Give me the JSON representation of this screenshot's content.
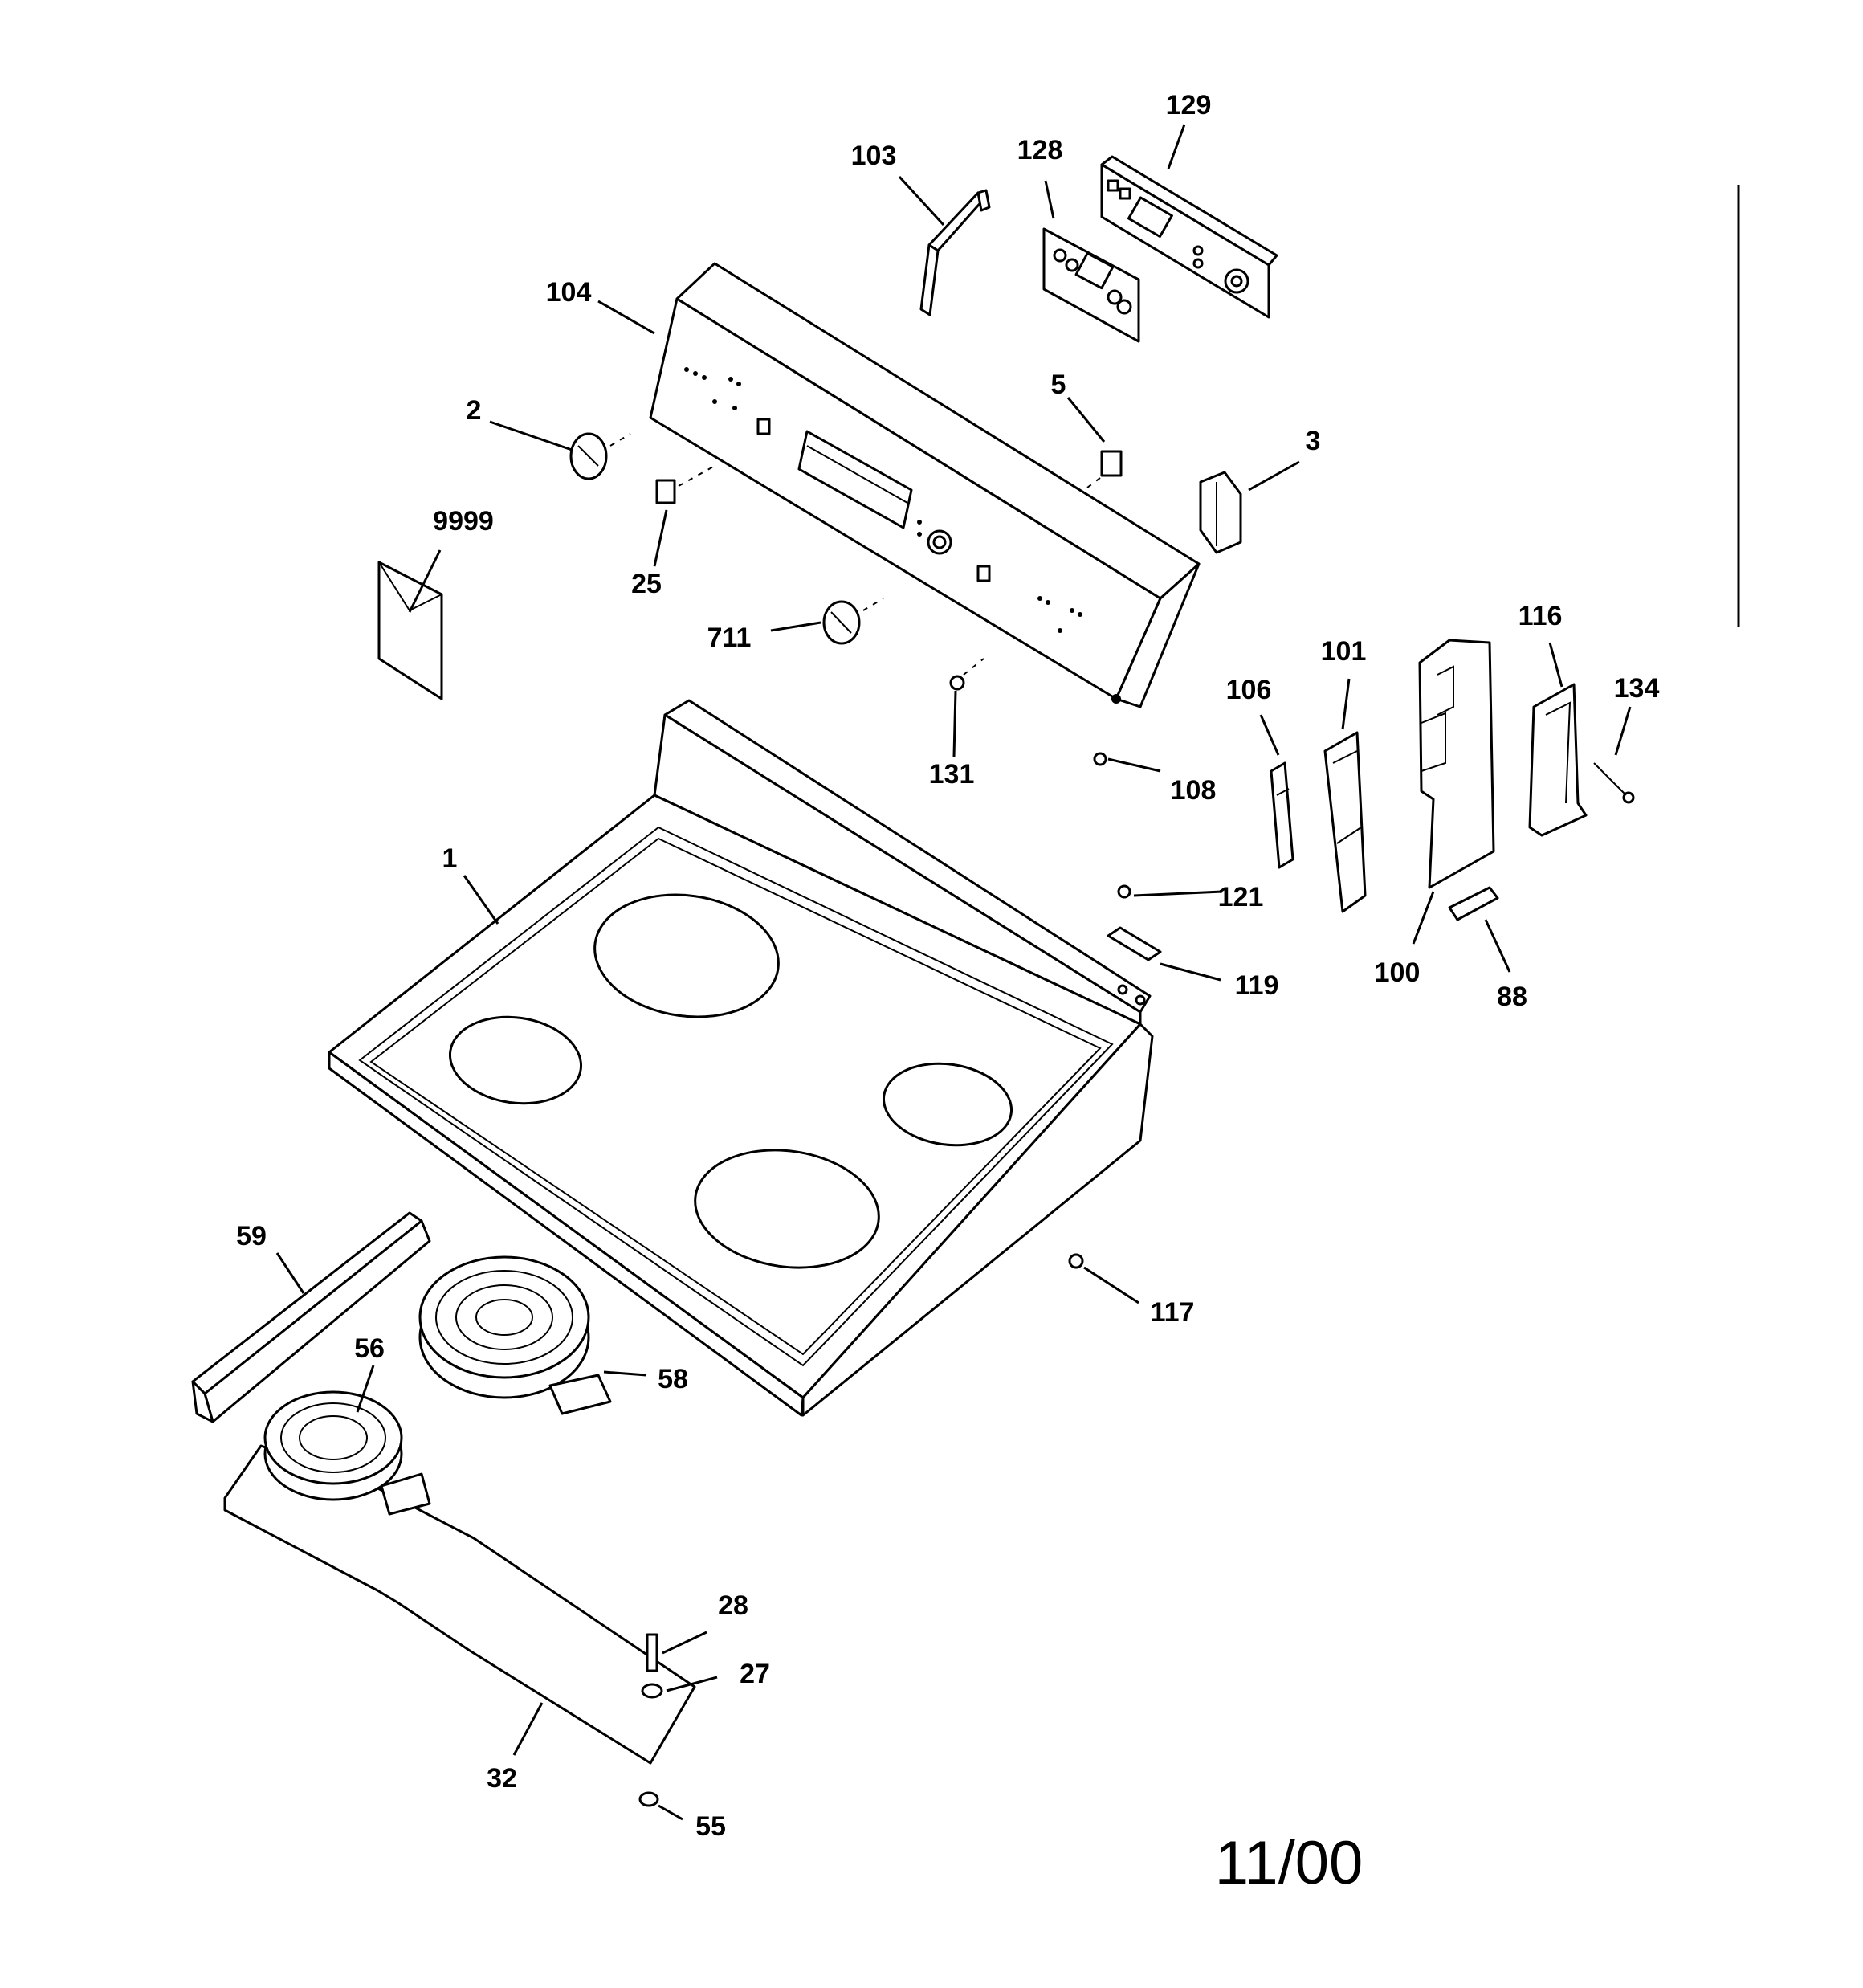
{
  "parts": [
    {
      "key": "p1",
      "number": "1"
    },
    {
      "key": "p2",
      "number": "2"
    },
    {
      "key": "p3",
      "number": "3"
    },
    {
      "key": "p5",
      "number": "5"
    },
    {
      "key": "p25",
      "number": "25"
    },
    {
      "key": "p27",
      "number": "27"
    },
    {
      "key": "p28",
      "number": "28"
    },
    {
      "key": "p32",
      "number": "32"
    },
    {
      "key": "p55",
      "number": "55"
    },
    {
      "key": "p56",
      "number": "56"
    },
    {
      "key": "p58",
      "number": "58"
    },
    {
      "key": "p59",
      "number": "59"
    },
    {
      "key": "p88",
      "number": "88"
    },
    {
      "key": "p100",
      "number": "100"
    },
    {
      "key": "p101",
      "number": "101"
    },
    {
      "key": "p103",
      "number": "103"
    },
    {
      "key": "p104",
      "number": "104"
    },
    {
      "key": "p106",
      "number": "106"
    },
    {
      "key": "p108",
      "number": "108"
    },
    {
      "key": "p116",
      "number": "116"
    },
    {
      "key": "p117",
      "number": "117"
    },
    {
      "key": "p119",
      "number": "119"
    },
    {
      "key": "p121",
      "number": "121"
    },
    {
      "key": "p128",
      "number": "128"
    },
    {
      "key": "p129",
      "number": "129"
    },
    {
      "key": "p131",
      "number": "131"
    },
    {
      "key": "p134",
      "number": "134"
    },
    {
      "key": "p711",
      "number": "711"
    },
    {
      "key": "p9999",
      "number": "9999"
    }
  ],
  "date_code": "11/00"
}
